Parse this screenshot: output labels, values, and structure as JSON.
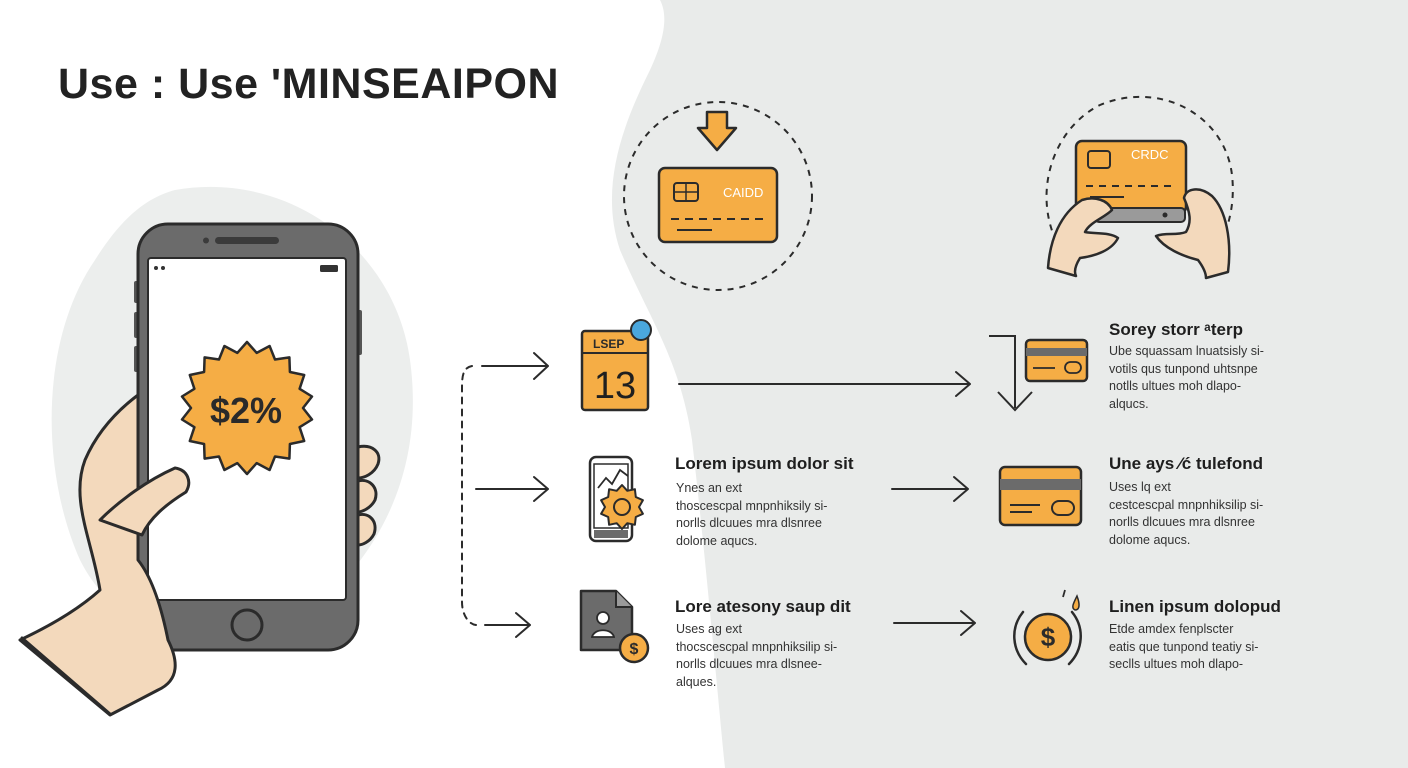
{
  "title": "Use : Use 'MINSEAIPON",
  "phone": {
    "badge": "$2%"
  },
  "icons": {
    "top_card": {
      "label": "CAIDD"
    },
    "hands_card": {
      "label": "CRDC"
    },
    "calendar": {
      "month": "LSEP",
      "day": "13"
    }
  },
  "steps": [
    {
      "heading": "",
      "lines": []
    },
    {
      "heading": "Lorem ipsum dolor sit",
      "lines": [
        "Ynes an ext",
        "thoscescpal mnpnhiksily si-",
        "norlls dlcuues mra dlsnree",
        "dolome aqucs."
      ]
    },
    {
      "heading": "Lore atesony saup dit",
      "lines": [
        "Uses ag ext",
        "thocscescpal mnpnhiksilip si-",
        "norlls dlcuues mra dlsnee-",
        "alques."
      ]
    }
  ],
  "results": [
    {
      "heading": "Sorey storr ᵃterp",
      "lines": [
        "Ube squassam lnuatsisly si-",
        "votils qus tunpond uhtsnpe",
        "notlls ultues moh dlapo-",
        "alqucs."
      ]
    },
    {
      "heading": "Une ays ⁄ć tulefond",
      "lines": [
        "Uses lq ext",
        "cestcescpal mnpnhiksilip si-",
        "norlls dlcuues mra dlsnree",
        "dolome aqucs."
      ]
    },
    {
      "heading": "Linen ipsum dolopud",
      "lines": [
        "Etde amdex fenplscter",
        "eatis que tunpond teatiy si-",
        "seclls ultues moh dlapo-"
      ]
    }
  ],
  "colors": {
    "accent": "#f5ad45",
    "accent_stroke": "#2b2b2b",
    "panel": "#e9ebea",
    "phone": "#6b6b6b",
    "skin": "#f3d9bc",
    "dot": "#4aa7dd"
  }
}
